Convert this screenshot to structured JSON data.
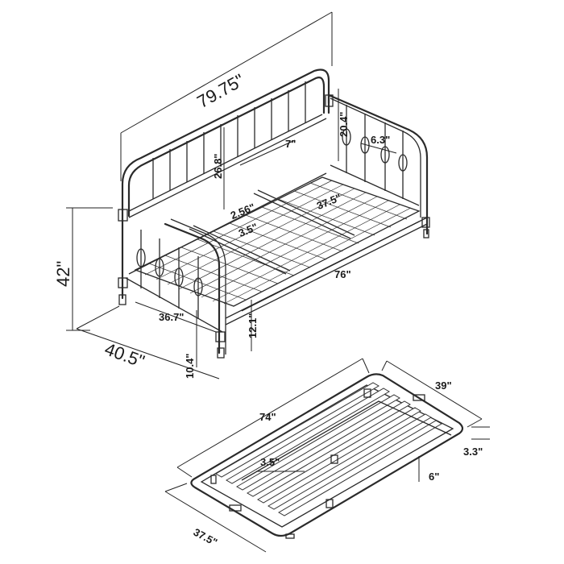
{
  "daybed": {
    "length": "79.75\"",
    "height": "42\"",
    "depth": "40.5\"",
    "back_height": "26.8\"",
    "arm_height": "20.4\"",
    "spindle_gap": "6.3\"",
    "back_gap": "7\"",
    "slat_gap_a": "2.56\"",
    "slat_gap_b": "3.5\"",
    "inner_width": "37.5\"",
    "inner_length": "76\"",
    "front_width": "36.7\"",
    "deck_height": "12.1\"",
    "leg_clearance": "10.4\""
  },
  "trundle": {
    "length": "74\"",
    "width_top": "39\"",
    "rail_height": "3.3\"",
    "clearance": "6\"",
    "slat_gap": "3.5\"",
    "width_bottom": "37.5\""
  }
}
